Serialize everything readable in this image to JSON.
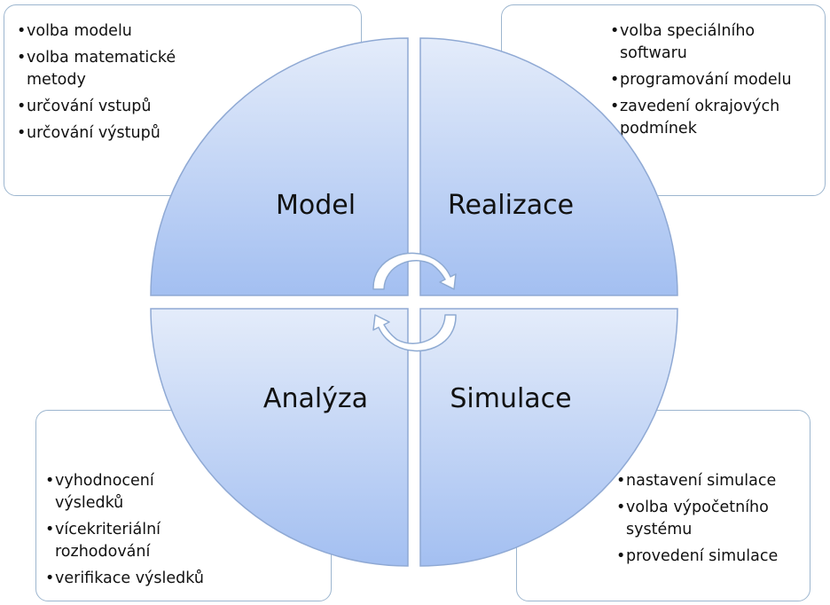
{
  "quadrants": {
    "model": {
      "title": "Model",
      "items": [
        "volba modelu",
        "volba matematické metody",
        "určování vstupů",
        "určování výstupů"
      ]
    },
    "realizace": {
      "title": "Realizace",
      "items": [
        "volba speciálního softwaru",
        "programování modelu",
        "zavedení okrajových podmínek"
      ]
    },
    "analyza": {
      "title": "Analýza",
      "items": [
        "vyhodnocení výsledků",
        "vícekriteriální rozhodování",
        "verifikace výsledků"
      ]
    },
    "simulace": {
      "title": "Simulace",
      "items": [
        "nastavení simulace",
        "volba výpočetního systému",
        "provedení simulace"
      ]
    }
  },
  "colors": {
    "quadrant_top": "#a3bff1",
    "quadrant_bottom": "#e4ecfa",
    "box_border": "#9db6cf",
    "arrow_fill": "#ffffff",
    "arrow_stroke": "#8eaad2"
  },
  "icons": [
    "clockwise-arrow-icon",
    "counterclockwise-arrow-icon"
  ]
}
